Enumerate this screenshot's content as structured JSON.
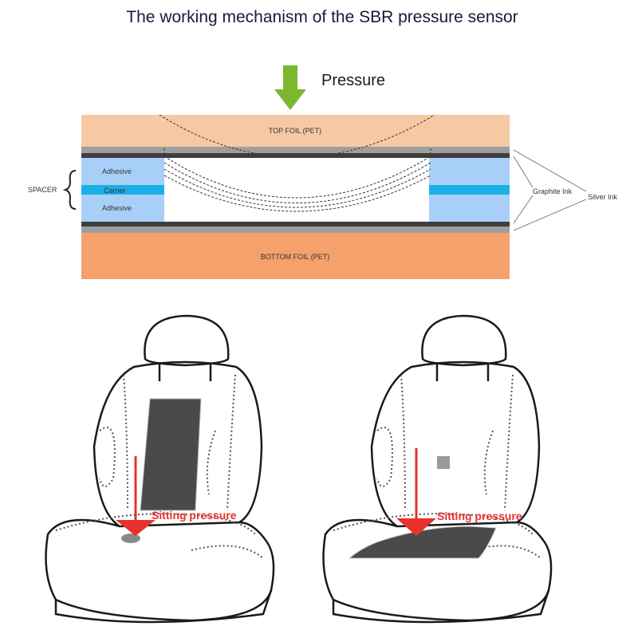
{
  "title": "The working mechanism of the SBR pressure sensor",
  "pressure_label": "Pressure",
  "layers": {
    "top_foil": "TOP FOIL (PET)",
    "bottom_foil": "BOTTOM FOIL (PET)",
    "adhesive_top": "Adhesive",
    "carrier": "Carrier",
    "adhesive_bottom": "Adhesive",
    "spacer": "SPACER",
    "graphite_ink": "Graphite Ink",
    "silver_ink": "Silver Ink"
  },
  "seats": {
    "left_label": "Sitting pressure",
    "right_label": "Sitting pressure"
  },
  "colors": {
    "top_foil": "#f7c9a2",
    "bottom_foil": "#f6a06c",
    "spacer_blue": "#a8cff8",
    "carrier_blue": "#1ab0e8",
    "arrow_green": "#7cb82f",
    "sitting_red": "#e8312f",
    "sensor_gray": "#4a4a4a"
  }
}
